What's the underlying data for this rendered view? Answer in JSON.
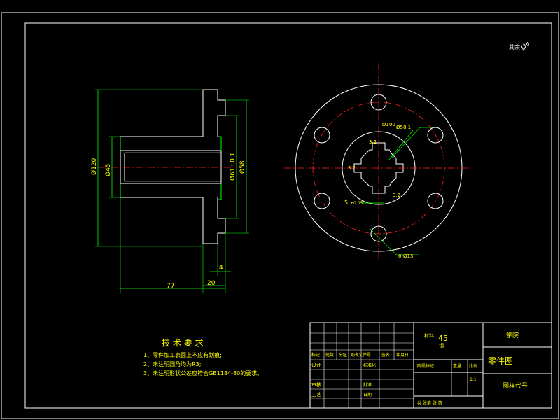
{
  "roughness_note": {
    "label": "其余",
    "value": "6.3"
  },
  "side_view": {
    "dims": {
      "outer_dia": "Ø120",
      "bore_dia": "Ø45",
      "hub_dia": "Ø61±0.1",
      "spigot_dia": "Ø58",
      "total_len": "77",
      "flange_len": "20",
      "step_len": "4"
    }
  },
  "front_view": {
    "labels": {
      "pcd": "Ø100",
      "inner": "Ø58.1",
      "holes": "6-Ø13",
      "ra1": "3.2",
      "ra2": "3.2",
      "ra3": "3.2",
      "key": "5",
      "key_tol": "±0.05"
    }
  },
  "tech_req": {
    "title": "技 术 要 求",
    "items": [
      "1、零件加工表面上不应有划痕;",
      "2、未注明圆角均为R3;",
      "3、未注明形状公差应符合GB1184-80的要求。"
    ]
  },
  "title_block": {
    "material_label": "材料",
    "material": "45",
    "material_sub": "钢",
    "school": "学院",
    "part_name": "零件图",
    "drawing_no": "图样代号",
    "scale_label": "比例",
    "scale": "1:1",
    "weight_label": "重量",
    "sheet_text": "共   张第   张   第",
    "row_headers": [
      "标记",
      "处数",
      "分区",
      "更改文件号",
      "签名",
      "年月日"
    ],
    "roles": [
      "设计",
      "审核",
      "工艺"
    ],
    "roles2": [
      "标准化",
      "批准",
      "日期"
    ],
    "stage_label": "阶段标记"
  }
}
